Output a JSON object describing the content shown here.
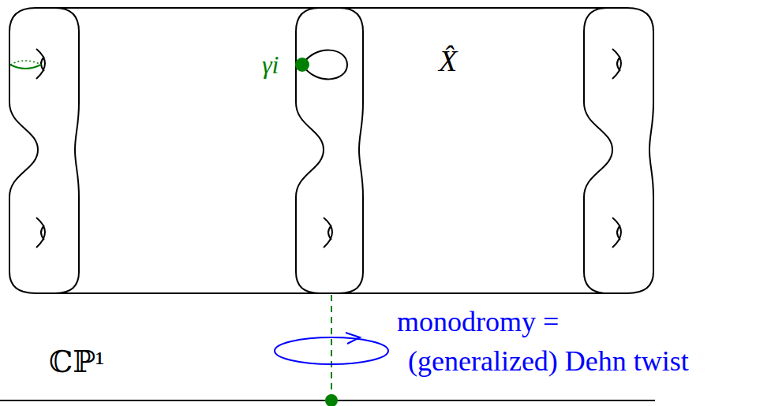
{
  "diagram": {
    "labels": [
      "γi",
      "X̂",
      "monodromy =",
      "(generalized) Dehn twist",
      "ℂℙ¹"
    ]
  }
}
